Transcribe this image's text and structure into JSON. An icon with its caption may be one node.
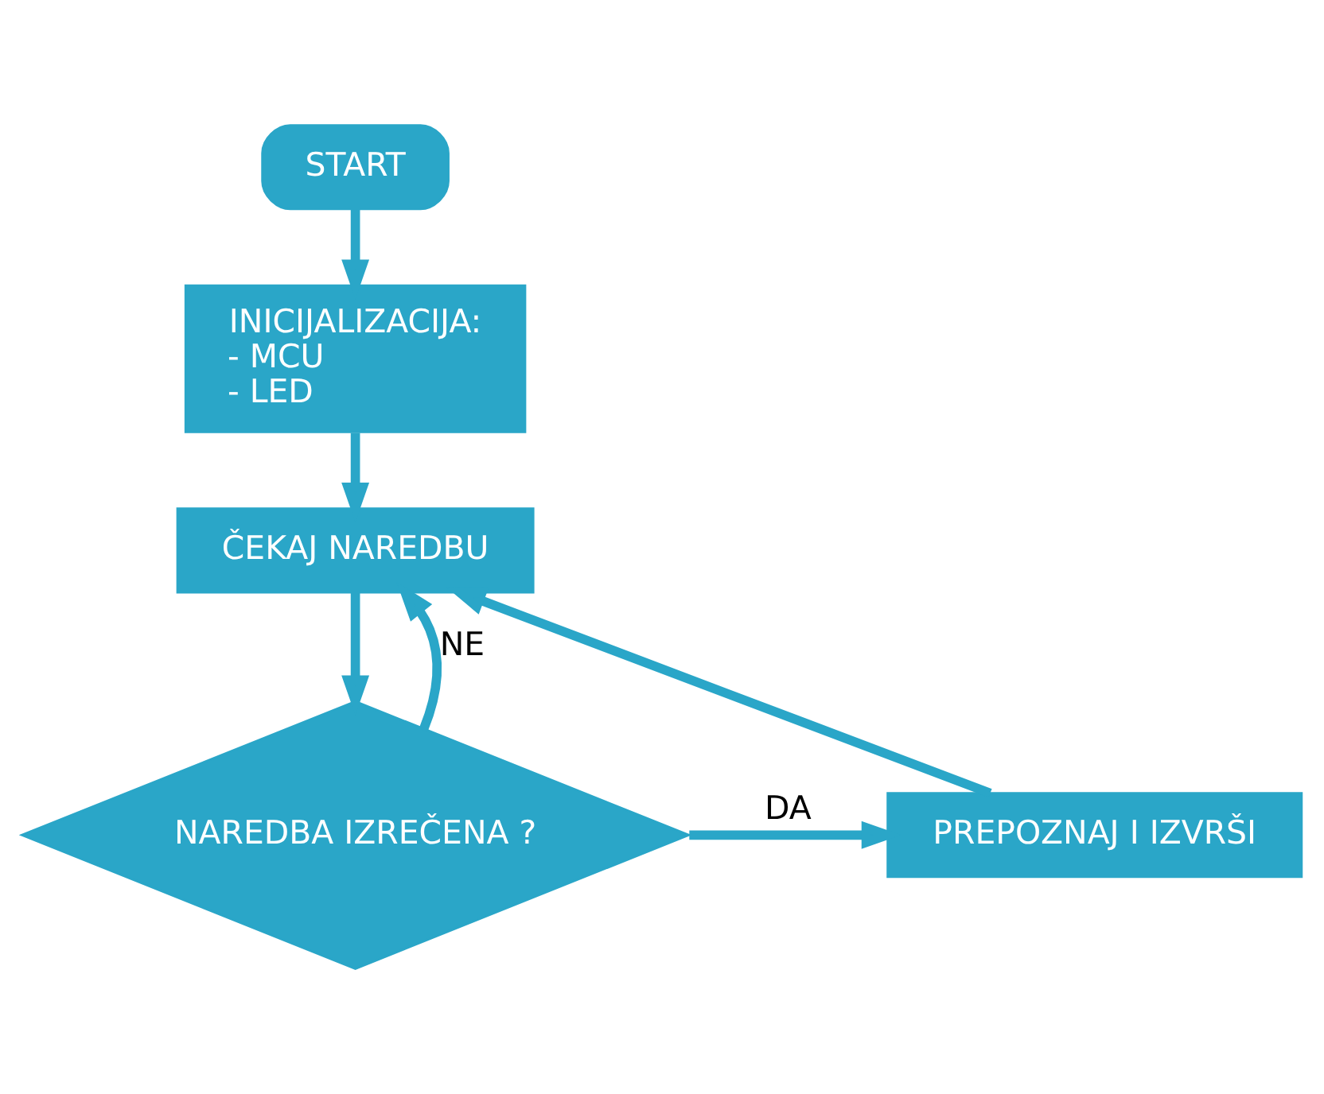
{
  "diagram": {
    "nodes": [
      {
        "text": [
          "START"
        ]
      },
      {
        "text": [
          "INICIJALIZACIJA:",
          "- MCU",
          "- LED"
        ]
      },
      {
        "text": [
          "ČEKAJ NAREDBU"
        ]
      },
      {
        "text": [
          "NAREDBA IZREČENA ?"
        ]
      },
      {
        "text": [
          "PREPOZNAJ I IZVRŠI"
        ]
      }
    ],
    "edges": [
      {
        "from": 0,
        "to": 1,
        "arrow": "to"
      },
      {
        "from": 1,
        "to": 2,
        "arrow": "to"
      },
      {
        "from": 2,
        "to": 3,
        "arrow": "to"
      },
      {
        "from": 3,
        "to": 4,
        "arrow": "to",
        "label": "DA"
      },
      {
        "from": 3,
        "to": 2,
        "arrow": "to",
        "label": "NE"
      },
      {
        "from": 4,
        "to": 2,
        "arrow": "to"
      }
    ]
  }
}
